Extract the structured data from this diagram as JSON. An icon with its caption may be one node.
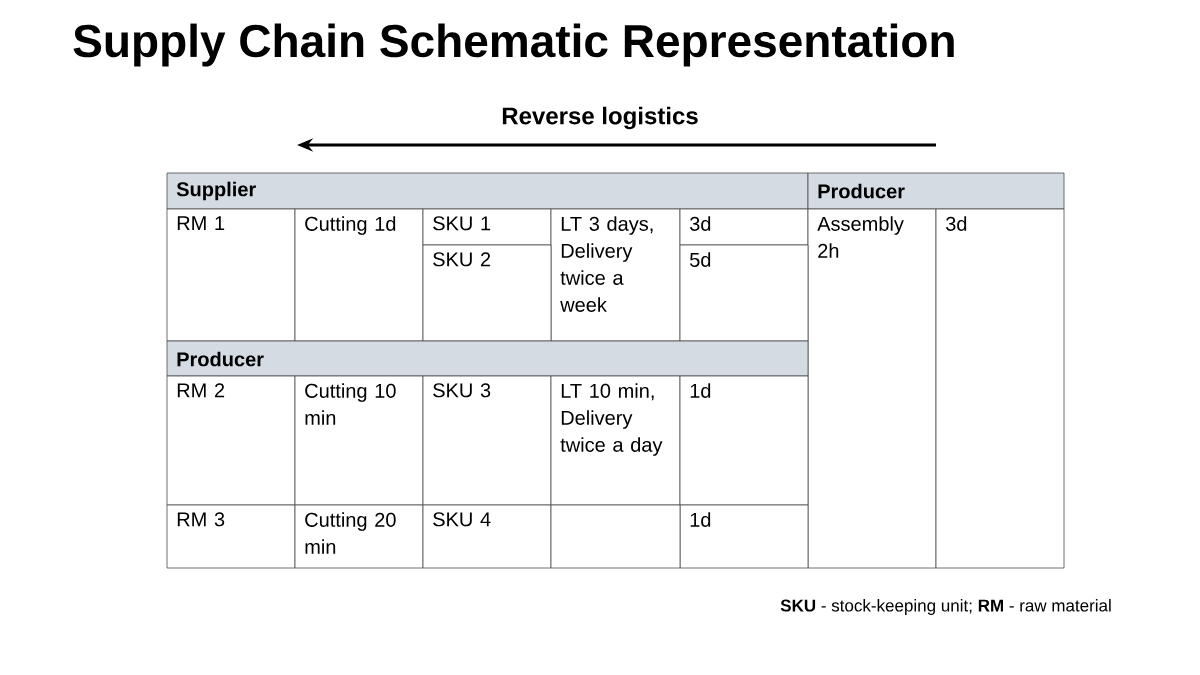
{
  "diagram": {
    "title": "Supply Chain Schematic Representation",
    "labels": [
      "Supplier",
      "Producer",
      "RM 1",
      "Cutting 1d",
      "SKU 1",
      "LT 3 days, Delivery twice a week",
      "3d",
      "Assembly 2h",
      "3d",
      "SKU 2",
      "5d",
      "Producer",
      "RM 2",
      "Cutting 10 min",
      "SKU 3",
      "LT 10 min, Delivery twice a day",
      "1d",
      "RM 3",
      "Cutting 20 min",
      "SKU 4",
      "1d",
      "Reverse logistics",
      "**SKU** - stock-keeping unit; **RM** - raw material"
    ]
  }
}
